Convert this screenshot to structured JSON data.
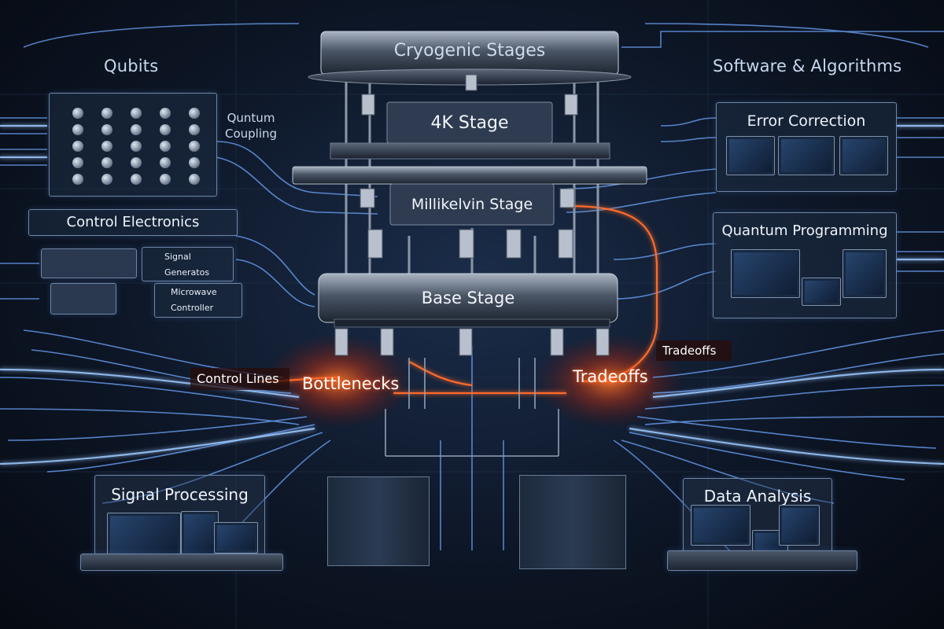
{
  "header": {
    "cryogenic_stages": "Cryogenic Stages",
    "stage_4k": "4K Stage",
    "stage_millikelvin": "Millikelvin Stage",
    "stage_base": "Base Stage"
  },
  "qubits": {
    "title": "Qubits",
    "coupling_label": "Quntum\nCoupling"
  },
  "control_electronics": {
    "title": "Control Electronics",
    "signal_generators": "Signal\nGeneratos",
    "microwave_controller": "Microwave\nController"
  },
  "software": {
    "title": "Software & Algorithms",
    "error_correction": "Error Correction",
    "quantum_programming": "Quantum Programming"
  },
  "annotations": {
    "control_lines": "Control Lines",
    "bottlenecks": "Bottlenecks",
    "tradeoffs_main": "Tradeoffs",
    "tradeoffs_small": "Tradeoffs"
  },
  "bottom": {
    "signal_processing": "Signal Processing",
    "data_analysis": "Data Analysis"
  },
  "colors": {
    "wire_blue": "#6fa8ff",
    "wire_glow": "#9cc8ff",
    "wire_orange": "#ff6a2a",
    "panel_border": "#6f86a6",
    "text": "#c9d8ee"
  }
}
